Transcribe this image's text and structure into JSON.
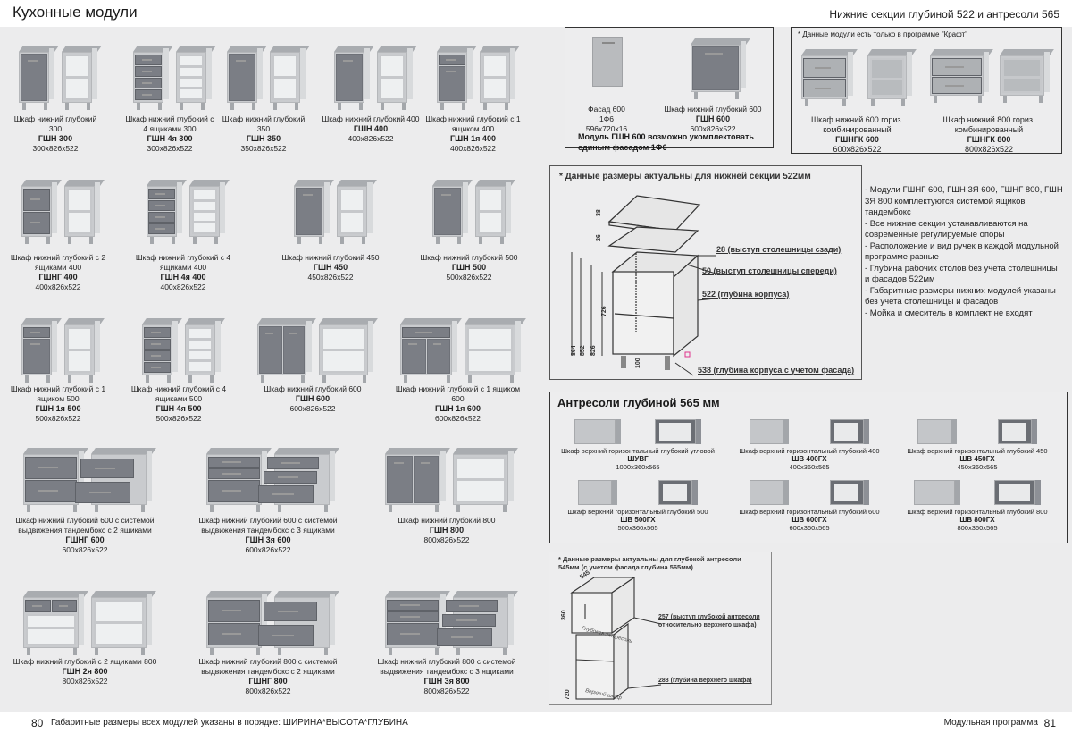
{
  "header": {
    "left_title": "Кухонные модули",
    "right_title": "Нижние секции глубиной  522 и антресоли 565"
  },
  "footer": {
    "left_page": "80",
    "left_note": "Габаритные размеры всех модулей указаны в порядке: ШИРИНА*ВЫСОТА*ГЛУБИНА",
    "right_program": "Модульная программа",
    "right_page": "81"
  },
  "left_page": {
    "products": [
      {
        "name": "Шкаф нижний глубокий 300",
        "code": "ГШН 300",
        "dims": "300x826x522"
      },
      {
        "name": "Шкаф нижний глубокий с 4 ящиками 300",
        "code": "ГШН 4я 300",
        "dims": "300x826x522"
      },
      {
        "name": "Шкаф нижний глубокий 350",
        "code": "ГШН 350",
        "dims": "350x826x522"
      },
      {
        "name": "Шкаф нижний глубокий 400",
        "code": "ГШН 400",
        "dims": "400x826x522"
      },
      {
        "name": "Шкаф нижний глубокий с 1 ящиком 400",
        "code": "ГШН 1я 400",
        "dims": "400x826x522"
      },
      {
        "name": "Шкаф нижний глубокий с 2 ящиками 400",
        "code": "ГШНГ 400",
        "dims": "400x826x522"
      },
      {
        "name": "Шкаф нижний глубокий с 4 ящиками 400",
        "code": "ГШН 4я 400",
        "dims": "400x826x522"
      },
      {
        "name": "Шкаф нижний глубокий 450",
        "code": "ГШН 450",
        "dims": "450x826x522"
      },
      {
        "name": "Шкаф нижний глубокий 500",
        "code": "ГШН 500",
        "dims": "500x826x522"
      },
      {
        "name": "Шкаф нижний глубокий с 1 ящиком 500",
        "code": "ГШН 1я 500",
        "dims": "500x826x522"
      },
      {
        "name": "Шкаф нижний глубокий с 4 ящиками 500",
        "code": "ГШН 4я 500",
        "dims": "500x826x522"
      },
      {
        "name": "Шкаф нижний глубокий 600",
        "code": "ГШН 600",
        "dims": "600x826x522"
      },
      {
        "name": "Шкаф нижний глубокий с 1 ящиком 600",
        "code": "ГШН 1я 600",
        "dims": "600x826x522"
      },
      {
        "name": "Шкаф нижний глубокий 600 с системой выдвижения тандембокс с 2 ящиками",
        "code": "ГШНГ 600",
        "dims": "600x826x522"
      },
      {
        "name": "Шкаф нижний глубокий 600 с системой выдвижения тандембокс с 3 ящиками",
        "code": "ГШН 3я 600",
        "dims": "600x826x522"
      },
      {
        "name": "Шкаф нижний глубокий 800",
        "code": "ГШН 800",
        "dims": "800x826x522"
      },
      {
        "name": "Шкаф нижний глубокий с 2 ящиками 800",
        "code": "ГШН 2я 800",
        "dims": "800x826x522"
      },
      {
        "name": "Шкаф нижний глубокий 800 с системой выдвижения тандембокс с 2 ящиками",
        "code": "ГШНГ 800",
        "dims": "800x826x522"
      },
      {
        "name": "Шкаф нижний глубокий 800 с системой выдвижения тандембокс с 3 ящиками",
        "code": "ГШН 3я 800",
        "dims": "800x826x522"
      }
    ]
  },
  "right_page": {
    "facade_box": {
      "facade": {
        "name": "Фасад 600",
        "code": "1Ф6",
        "dims": "596x720x16"
      },
      "cabinet": {
        "name": "Шкаф нижний глубокий 600",
        "code": "ГШН 600",
        "dims": "600x826x522"
      },
      "note": "Модуль   ГШН  600  возможно  укомплектовать единым фасадом 1Ф6"
    },
    "kraft_box": {
      "note": "* Данные модули есть только в программе \"Крафт\"",
      "items": [
        {
          "name": "Шкаф нижний 600 гориз. комбинированный",
          "code": "ГШНГК 600",
          "dims": "600x826x522"
        },
        {
          "name": "Шкаф нижний 800  гориз. комбинированный",
          "code": "ГШНГК 800",
          "dims": "800x826x522"
        }
      ]
    },
    "lower_diagram": {
      "title": "* Данные размеры актуальны для нижней секции 522мм",
      "labels": [
        "28 (выступ столешницы сзади)",
        "50 (выступ столешницы спереди)",
        "522 (глубина корпуса)",
        "538 (глубина корпуса с учетом фасада)"
      ],
      "vertical_dims": [
        "38",
        "26",
        "726",
        "864",
        "852",
        "826",
        "100"
      ]
    },
    "bullets": [
      "- Модули ГШНГ 600, ГШН 3Я 600,  ГШНГ 800, ГШН 3Я 800  комплектуются системой ящиков тандембокс",
      "- Все нижние секции устанавливаются на современные регулируемые опоры",
      "- Расположение и вид ручек в каждой модульной программе разные",
      "- Глубина рабочих столов без учета столешницы и фасадов 522мм",
      "- Габаритные размеры нижних модулей указаны без учета столешницы и фасадов",
      "- Мойка и смеситель в комплект не входят"
    ],
    "antresoli": {
      "title": "Антресоли глубиной 565 мм",
      "items": [
        {
          "name": "Шкаф верхний горизонтальный глубокий угловой",
          "code": "ШУВГ",
          "dims": "1000x360x565"
        },
        {
          "name": "Шкаф верхний горизонтальный глубокий 400",
          "code": "ШВ 400ГХ",
          "dims": "400x360x565"
        },
        {
          "name": "Шкаф верхний горизонтальный глубокий 450",
          "code": "ШВ 450ГХ",
          "dims": "450x360x565"
        },
        {
          "name": "Шкаф верхний горизонтальный глубокий 500",
          "code": "ШВ 500ГХ",
          "dims": "500x360x565"
        },
        {
          "name": "Шкаф верхний горизонтальный глубокий 600",
          "code": "ШВ 600ГХ",
          "dims": "600x360x565"
        },
        {
          "name": "Шкаф верхний горизонтальный глубокий 800",
          "code": "ШВ 800ГХ",
          "dims": "800x360x565"
        }
      ]
    },
    "upper_diagram": {
      "title": "* Данные размеры актуальны для глубокой антресоли 545мм (с учетом фасада глубина 565мм)",
      "labels": [
        "257 (выступ глубокой антресоли относительно верхнего шкафа)",
        "288 (глубина верхнего шкафа)"
      ],
      "vertical_dims": [
        "545",
        "360",
        "720"
      ],
      "inner_labels": [
        "Глубокая антресоль",
        "Верхний шкаф"
      ]
    }
  }
}
